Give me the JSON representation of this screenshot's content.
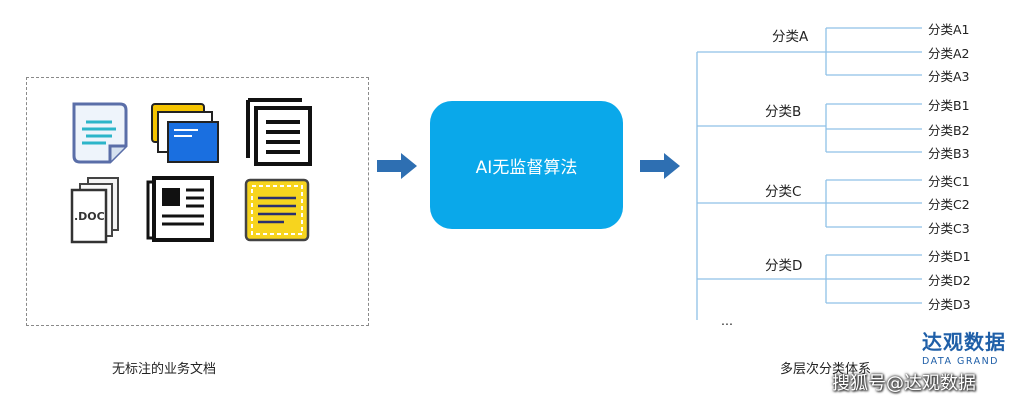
{
  "source": {
    "caption": "无标注的业务文档",
    "icons": [
      "text-document-icon",
      "folders-icon",
      "stacked-pages-icon",
      "doc-file-icon",
      "newspaper-icon",
      "note-icon"
    ],
    "doc_label": ".DOC"
  },
  "algorithm": {
    "label": "AI无监督算法"
  },
  "taxonomy": {
    "caption": "多层次分类体系",
    "ellipsis": "...",
    "categories": [
      {
        "label": "分类A",
        "children": [
          "分类A1",
          "分类A2",
          "分类A3"
        ]
      },
      {
        "label": "分类B",
        "children": [
          "分类B1",
          "分类B2",
          "分类B3"
        ]
      },
      {
        "label": "分类C",
        "children": [
          "分类C1",
          "分类C2",
          "分类C3"
        ]
      },
      {
        "label": "分类D",
        "children": [
          "分类D1",
          "分类D2",
          "分类D3"
        ]
      }
    ]
  },
  "brand": {
    "name_cn": "达观数据",
    "name_en": "DATA GRAND"
  },
  "watermark": "搜狐号@达观数据",
  "colors": {
    "arrow": "#2e6fb2",
    "algo_box": "#0aa8ea",
    "tree_line": "#8fc1e6",
    "brand": "#1f5fa8"
  }
}
